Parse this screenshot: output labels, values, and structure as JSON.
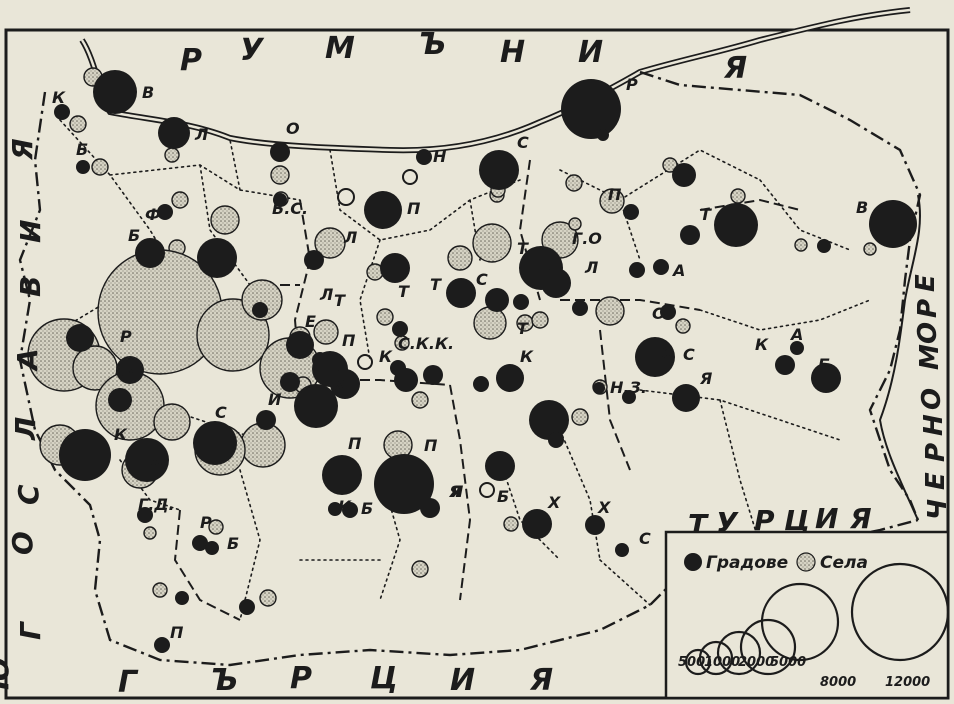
{
  "map": {
    "country_labels": {
      "romania": [
        "Р",
        "У",
        "М",
        "Ъ",
        "Н",
        "И",
        "Я"
      ],
      "yugoslavia": [
        "Ю",
        "Г",
        "О",
        "С",
        "Л",
        "А",
        "В",
        "И",
        "Я"
      ],
      "greece": [
        "Г",
        "Ъ",
        "Р",
        "Ц",
        "И",
        "Я"
      ],
      "turkey": [
        "Т",
        "У",
        "Р",
        "Ц",
        "И",
        "Я"
      ],
      "black_sea": [
        "Ч",
        "Е",
        "Р",
        "Н",
        "О",
        " ",
        "М",
        "О",
        "Р",
        "Е"
      ]
    },
    "place_letters": [
      "В",
      "К",
      "Б",
      "Л",
      "О",
      "Н",
      "С",
      "Р",
      "П",
      "Т",
      "В",
      "Ф",
      "Б",
      "Б.С.",
      "Л",
      "П",
      "Т",
      "Г.О",
      "Л",
      "А",
      "Т",
      "О",
      "С",
      "Т",
      "К",
      "Т",
      "Е",
      "Л",
      "Т",
      "С",
      "К",
      "С.К.К.",
      "П",
      "К",
      "А",
      "К",
      "Н.З.",
      "С",
      "Я",
      "Б",
      "Я",
      "К",
      "Р",
      "Б",
      "К",
      "С",
      "И",
      "Д",
      "П",
      "П",
      "Я",
      "Б",
      "Б",
      "Х",
      "Х",
      "Г.Д.",
      "Р",
      "Б",
      "С",
      "П"
    ]
  },
  "legend": {
    "cities_label": "Градове",
    "villages_label": "Села",
    "scale_values": [
      "500",
      "1000",
      "2000",
      "5000",
      "8000",
      "12000"
    ],
    "cities_color": "#1c1c1c",
    "villages_color": "#c9c6b7"
  }
}
